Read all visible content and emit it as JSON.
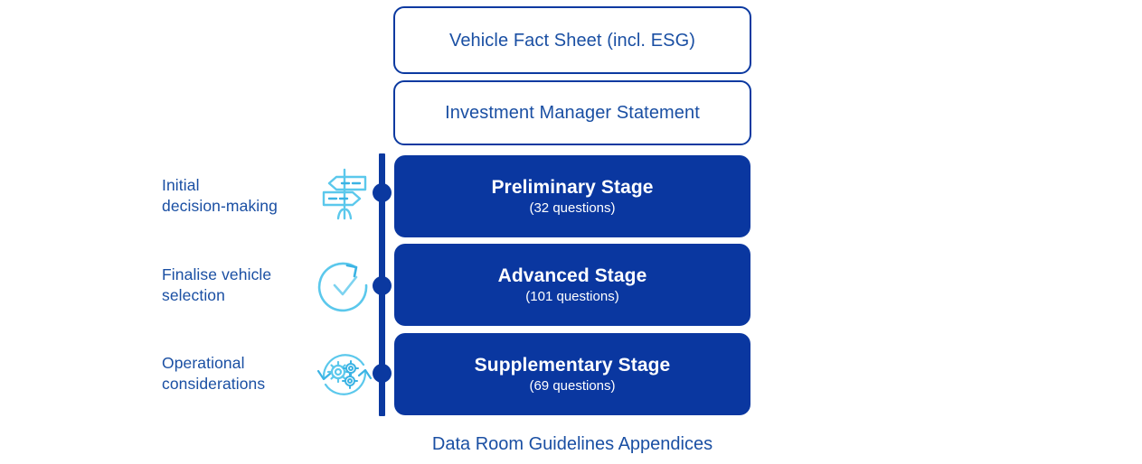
{
  "theme": {
    "stage_fill": "#0A37A0",
    "outline_blue": "#0B39A0",
    "text_blue": "#1A4FA3",
    "icon_cyan": "#5BC8EC",
    "icon_cyan_dark": "#3BB3E4",
    "background": "#FFFFFF"
  },
  "documents": [
    {
      "label": "Vehicle Fact Sheet (incl. ESG)"
    },
    {
      "label": "Investment Manager Statement"
    }
  ],
  "stages": [
    {
      "title": "Preliminary Stage",
      "questions": "(32 questions)",
      "phase_label": "Initial\ndecision-making",
      "phase_line1": "Initial",
      "phase_line2": "decision-making",
      "icon": "signpost-icon"
    },
    {
      "title": "Advanced Stage",
      "questions": "(101 questions)",
      "phase_label": "Finalise vehicle\nselection",
      "phase_line1": "Finalise vehicle",
      "phase_line2": "selection",
      "icon": "check-cycle-icon"
    },
    {
      "title": "Supplementary Stage",
      "questions": "(69 questions)",
      "phase_label": "Operational\nconsiderations",
      "phase_line1": "Operational",
      "phase_line2": "considerations",
      "icon": "gears-cycle-icon"
    }
  ],
  "footer": {
    "caption": "Data Room Guidelines Appendices"
  }
}
